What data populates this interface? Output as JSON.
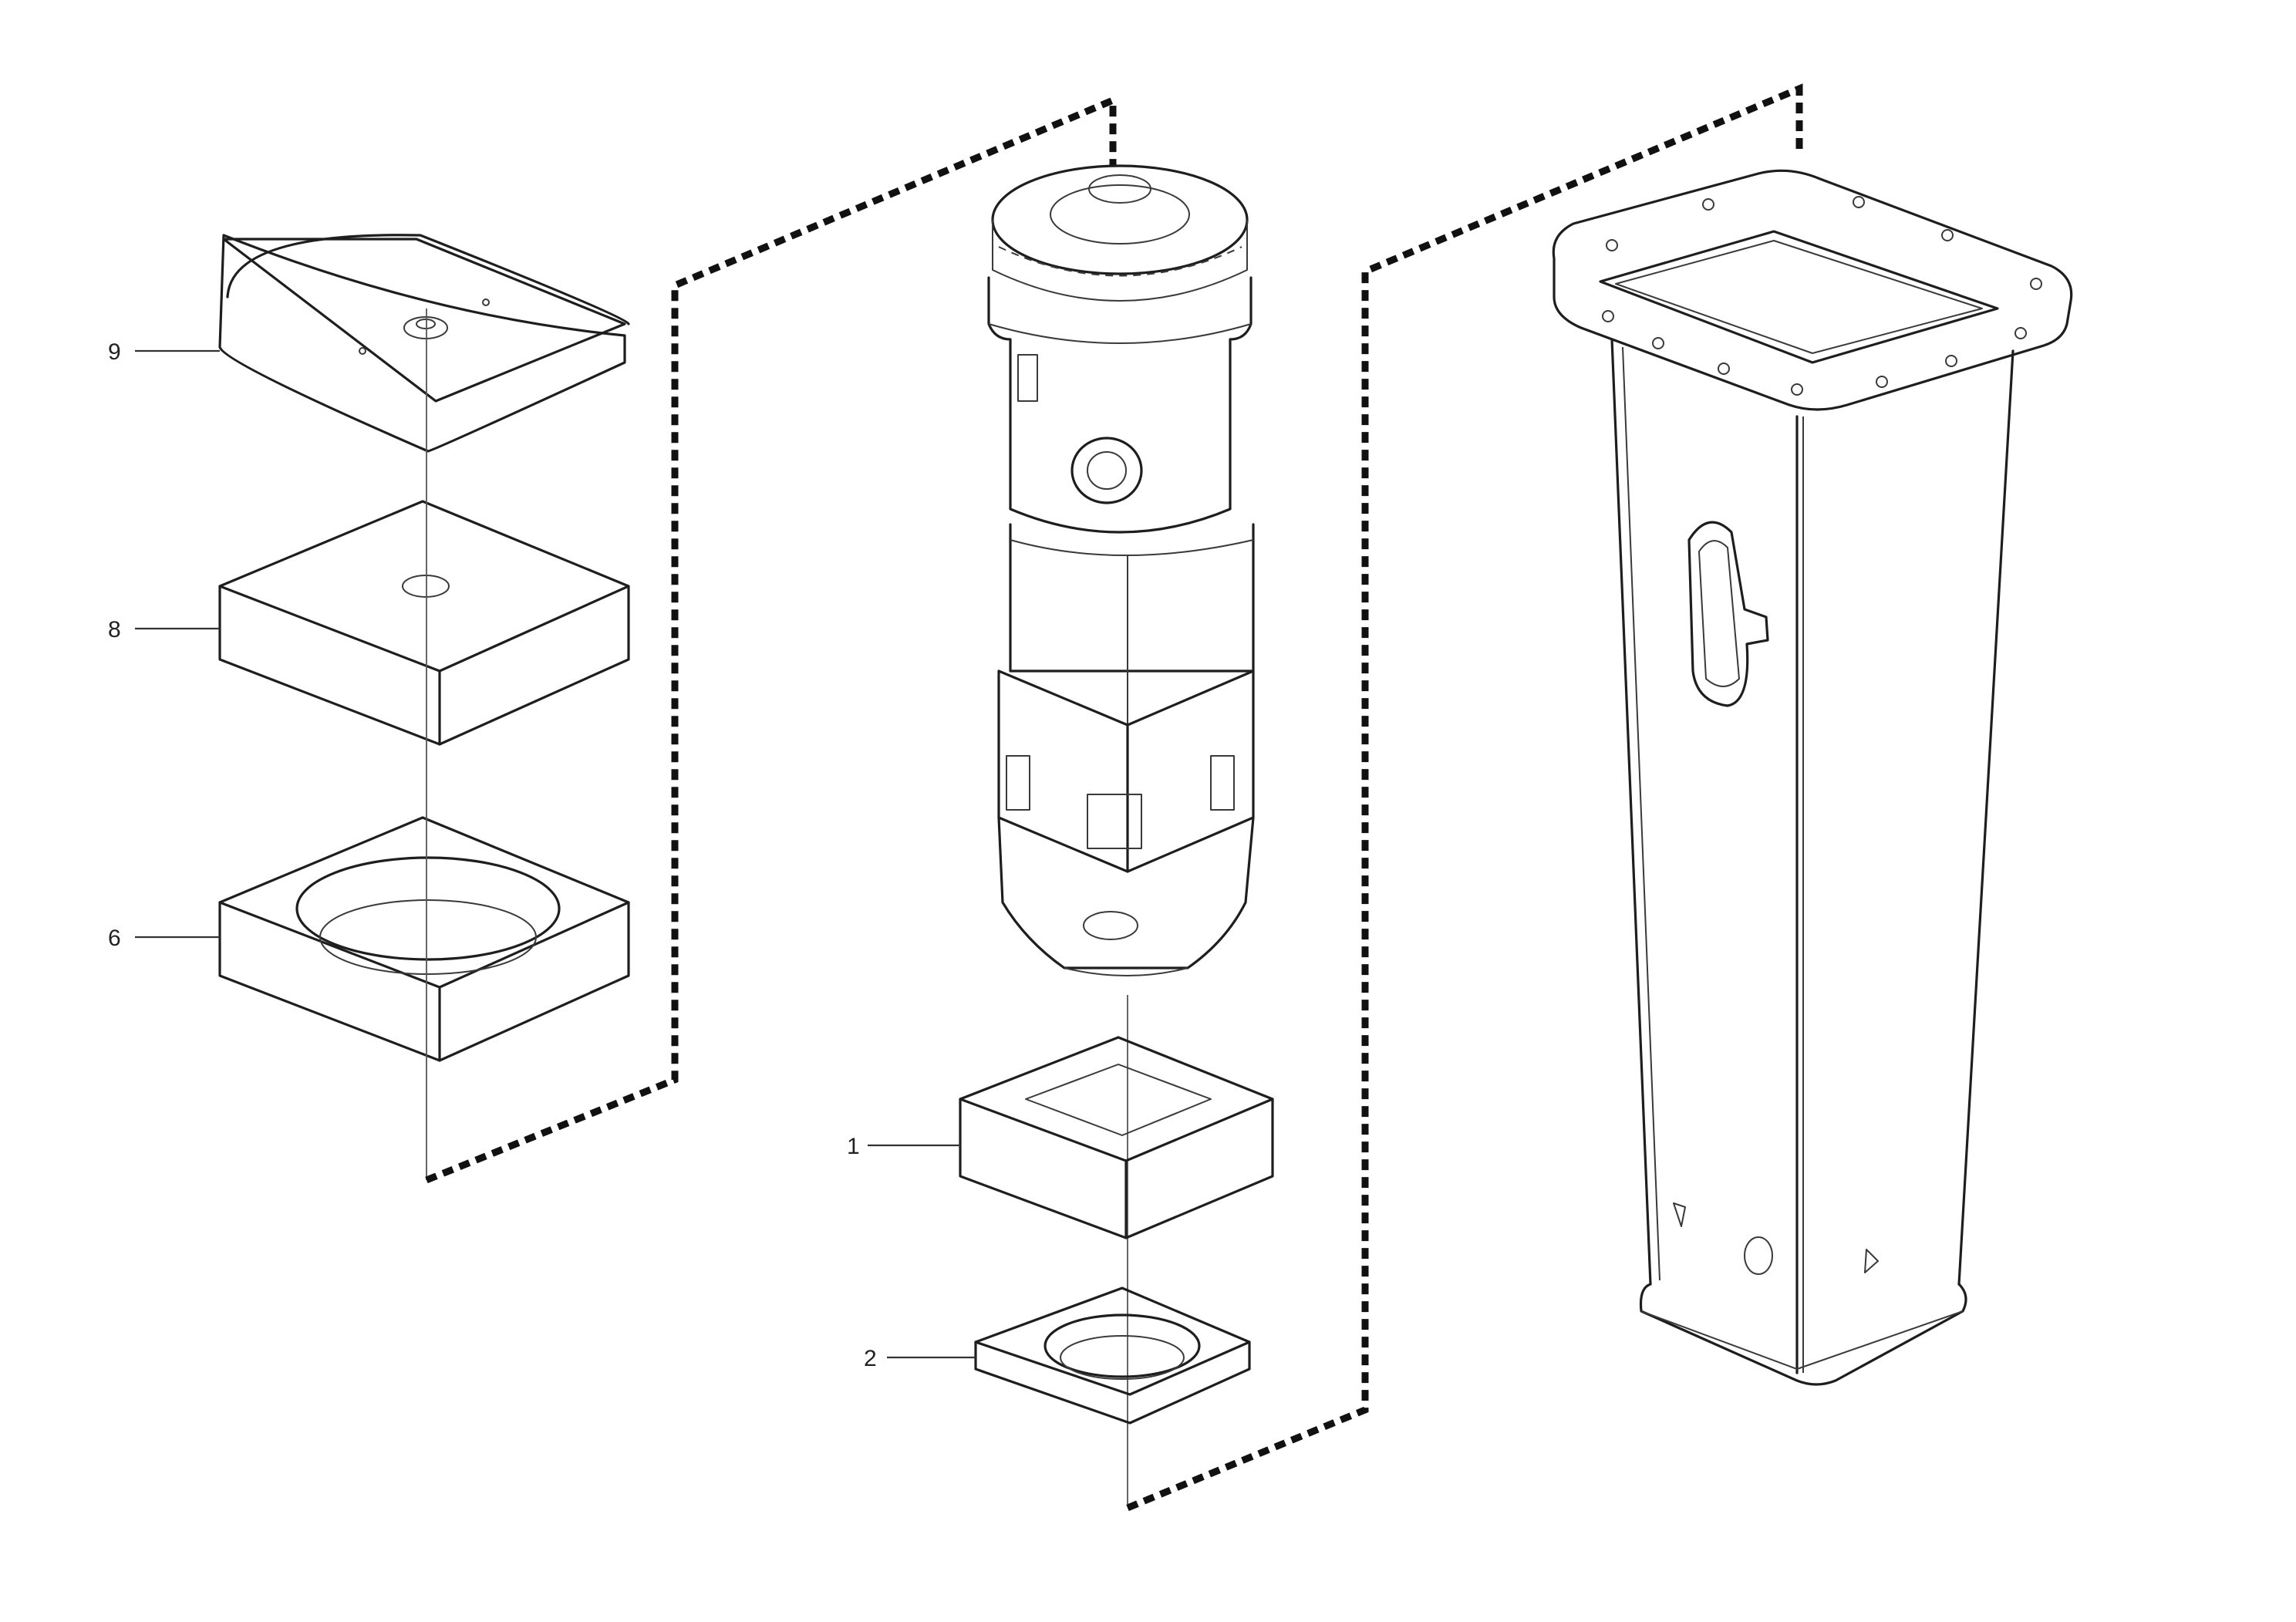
{
  "diagram": {
    "callouts": [
      {
        "id": "9",
        "label": "9"
      },
      {
        "id": "8",
        "label": "8"
      },
      {
        "id": "6",
        "label": "6"
      },
      {
        "id": "1",
        "label": "1"
      },
      {
        "id": "2",
        "label": "2"
      }
    ],
    "stamp": {
      "line1": "",
      "line2": "",
      "code": ""
    }
  },
  "colors": {
    "line": "#1e1e1e",
    "background": "#ffffff"
  }
}
